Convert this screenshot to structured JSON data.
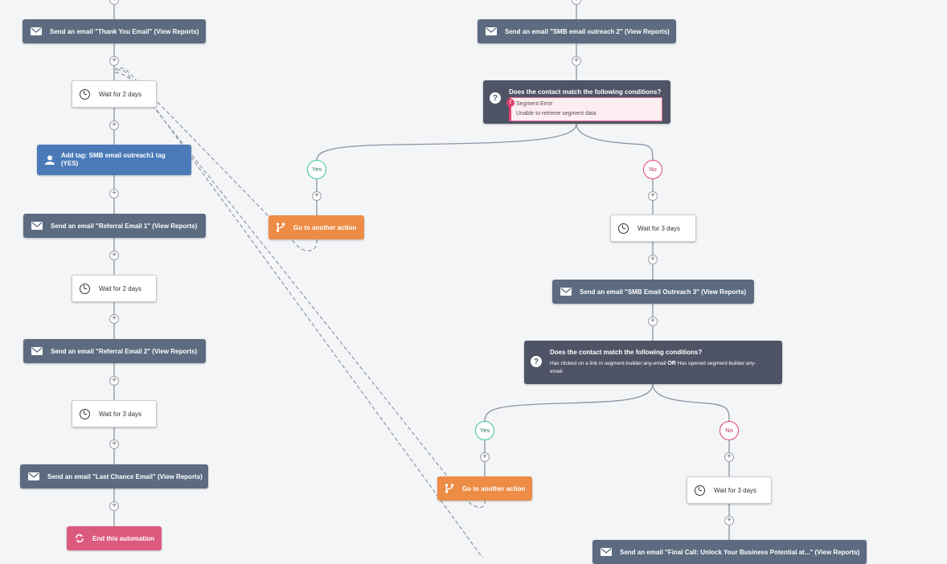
{
  "left_column": {
    "email_thank_you": "Send an email \"Thank You Email\" (View Reports)",
    "wait_1": "Wait for 2 days",
    "add_tag": "Add tag: SMB email outreach1 tag (YES)",
    "email_referral_1": "Send an email \"Referral Email 1\" (View Reports)",
    "wait_2": "Wait for 2 days",
    "email_referral_2": "Send an email \"Referral Email 2\" (View Reports)",
    "wait_3": "Wait for 3 days",
    "email_last_chance": "Send an email \"Last Chance Email\" (View Reports)",
    "end_automation": "End this automation"
  },
  "right_column": {
    "email_smb_2": "Send an email \"SMB email outreach 2\" (View Reports)",
    "condition_1": {
      "title": "Does the contact match the following conditions?",
      "error_title": "Segment Error",
      "error_desc": "Unable to retrieve segment data"
    },
    "yes_label_1": "Yes",
    "no_label_1": "No",
    "goto_1": "Go to another action",
    "wait_3_days_a": "Wait for 3 days",
    "email_smb_3": "Send an email \"SMB Email Outreach 3\" (View Reports)",
    "condition_2": {
      "title": "Does the contact match the following conditions?",
      "desc_part1": "Has clicked on a link in segment-builder:any-email",
      "desc_or": "OR",
      "desc_part2": "Has opened segment-builder:any-email"
    },
    "yes_label_2": "Yes",
    "no_label_2": "No",
    "goto_2": "Go to another action",
    "wait_3_days_b": "Wait for 3 days",
    "email_final_call": "Send an email \"Final Call: Unlock Your Business Potential at...\" (View Reports)"
  },
  "colors": {
    "email_node": "#5c6b80",
    "condition_node": "#4e5466",
    "tag_node": "#4a7ab8",
    "goto_node": "#ec8c45",
    "end_node": "#dc5a7e",
    "yes_accent": "#3cc49a",
    "no_accent": "#e0416f",
    "canvas_bg": "#f4f5f7"
  },
  "icons": {
    "email": "envelope-icon",
    "wait": "clock-icon",
    "tag": "user-icon",
    "goto": "branch-icon",
    "end": "refresh-icon",
    "condition": "question-icon",
    "add": "plus-icon"
  }
}
